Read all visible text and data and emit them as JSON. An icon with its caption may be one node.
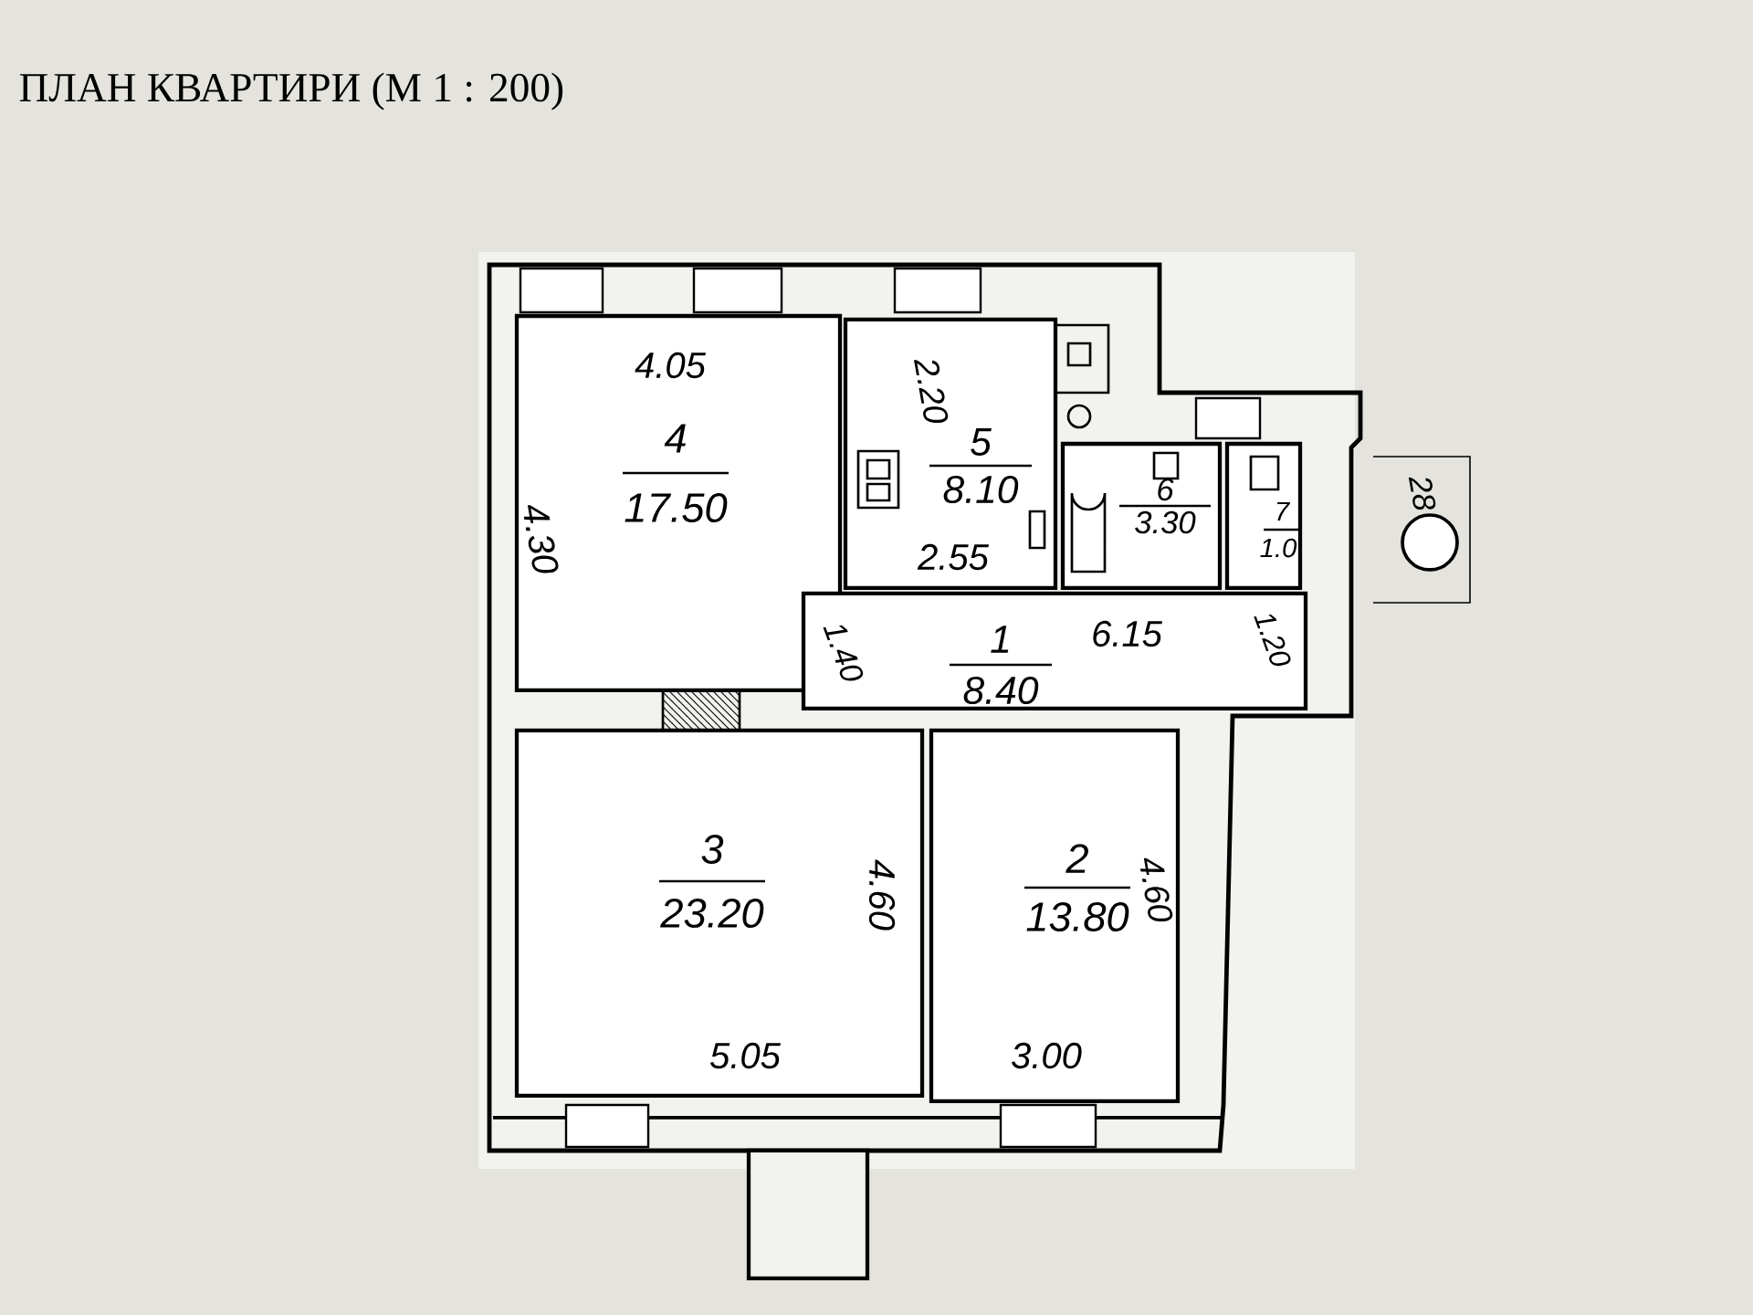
{
  "diagram": {
    "title": "ПЛАН КВАРТИРИ (М 1 : 200)",
    "nodes": [
      {
        "text": [
          "4",
          "17.50"
        ]
      },
      {
        "text": [
          "5",
          "8.10"
        ]
      },
      {
        "text": [
          "6",
          "3.30"
        ]
      },
      {
        "text": [
          "7",
          "1.0"
        ]
      },
      {
        "text": [
          "1",
          "8.40"
        ]
      },
      {
        "text": [
          "3",
          "23.20"
        ]
      },
      {
        "text": [
          "2",
          "13.80"
        ]
      }
    ],
    "labels": [
      "4.05",
      "4.30",
      "2.20",
      "2.55",
      "6.15",
      "28",
      "1.40",
      "1.20",
      "4.60",
      "4.60",
      "5.05",
      "3.00"
    ]
  }
}
